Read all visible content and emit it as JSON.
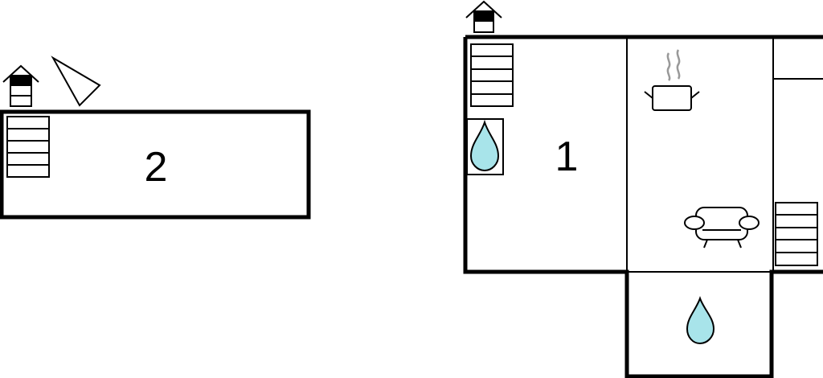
{
  "buildings": [
    {
      "id": "building-1",
      "label": "1"
    },
    {
      "id": "building-2",
      "label": "2"
    }
  ],
  "colors": {
    "wall": "#000000",
    "water": "#a8e4ea",
    "steam": "#999999",
    "background": "#ffffff"
  },
  "icons": [
    "house-entrance-icon",
    "north-arrow-icon",
    "stairs-icon",
    "bathroom-water-icon",
    "kitchen-pot-icon",
    "sofa-icon"
  ]
}
